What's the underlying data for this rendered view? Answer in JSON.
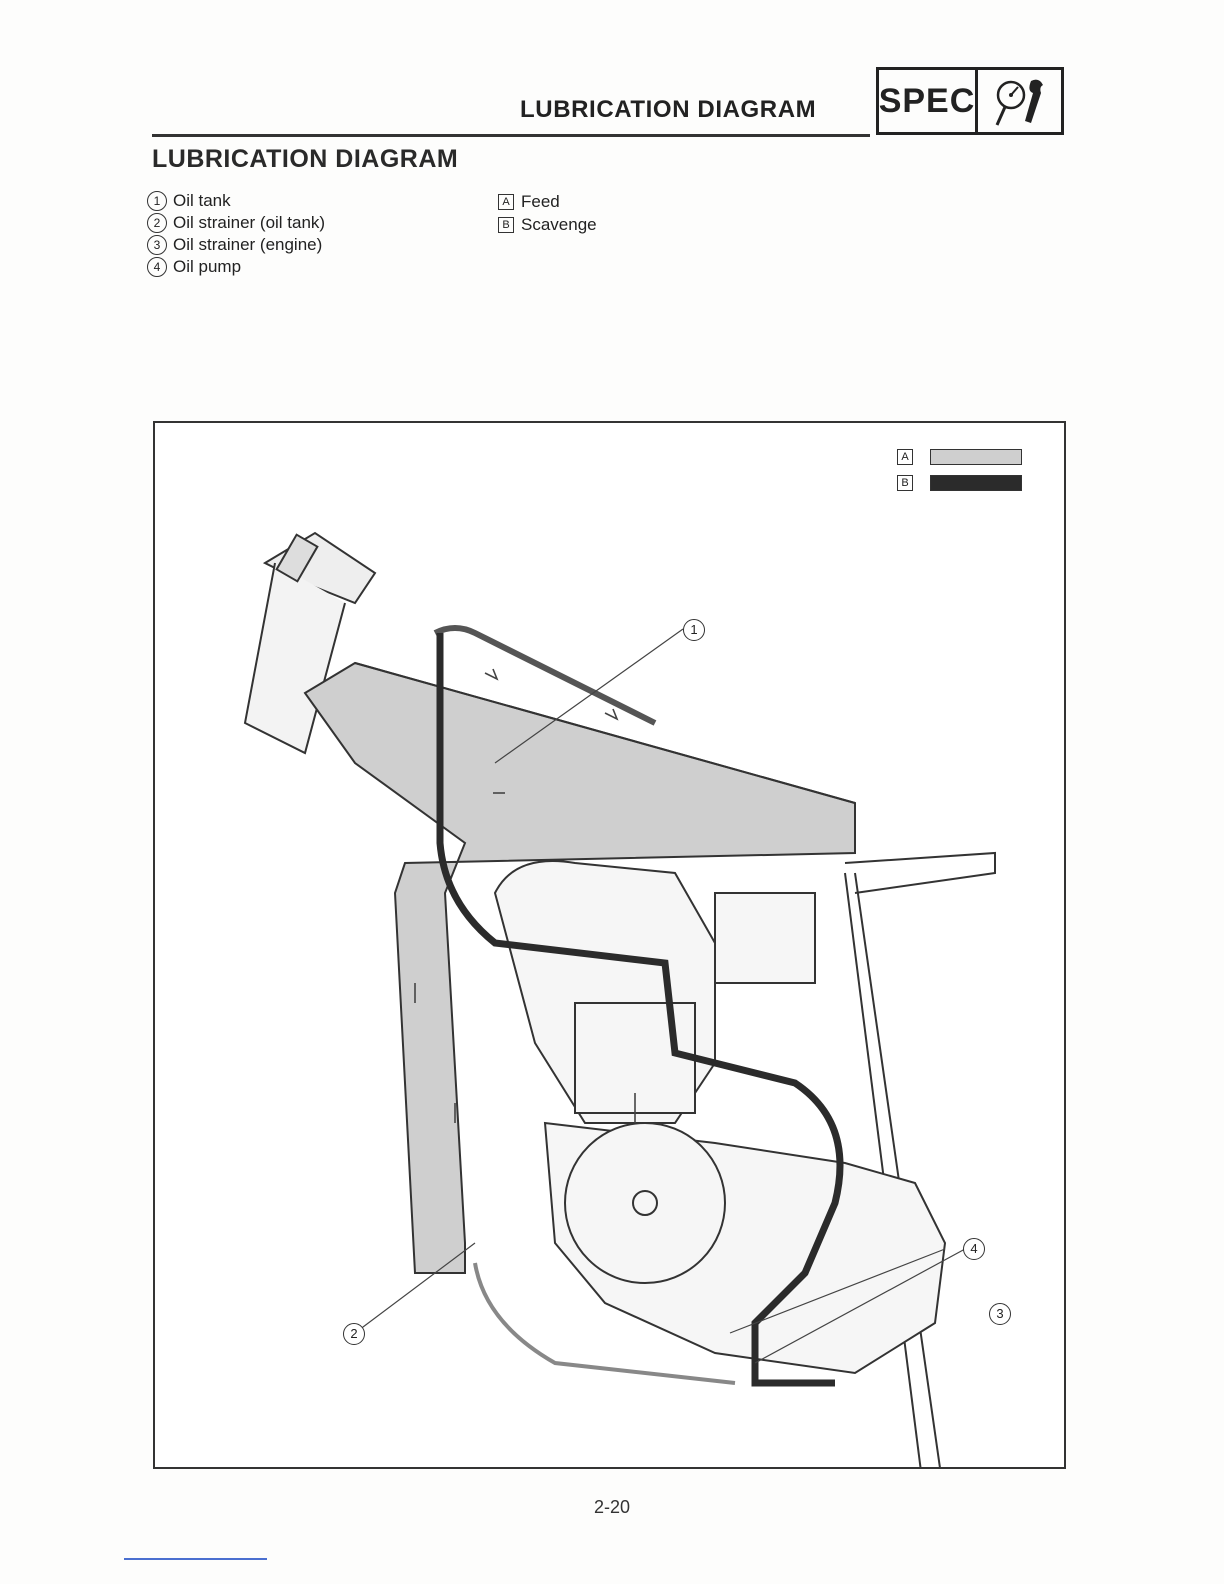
{
  "header": {
    "title": "LUBRICATION DIAGRAM",
    "badge_text": "SPEC",
    "badge_icon": "gauge-wrench-icon"
  },
  "section": {
    "title": "LUBRICATION DIAGRAM"
  },
  "parts": [
    {
      "num": "1",
      "label": "Oil tank"
    },
    {
      "num": "2",
      "label": "Oil strainer (oil tank)"
    },
    {
      "num": "3",
      "label": "Oil strainer (engine)"
    },
    {
      "num": "4",
      "label": "Oil pump"
    }
  ],
  "flow_legend": [
    {
      "key": "A",
      "label": "Feed"
    },
    {
      "key": "B",
      "label": "Scavenge"
    }
  ],
  "figure": {
    "key_A": "A",
    "key_B": "B",
    "feed_color": "#cfcfcf",
    "scavenge_color": "#2b2b2b",
    "callouts": [
      "1",
      "2",
      "3",
      "4"
    ]
  },
  "footer": {
    "page_number": "2-20"
  }
}
